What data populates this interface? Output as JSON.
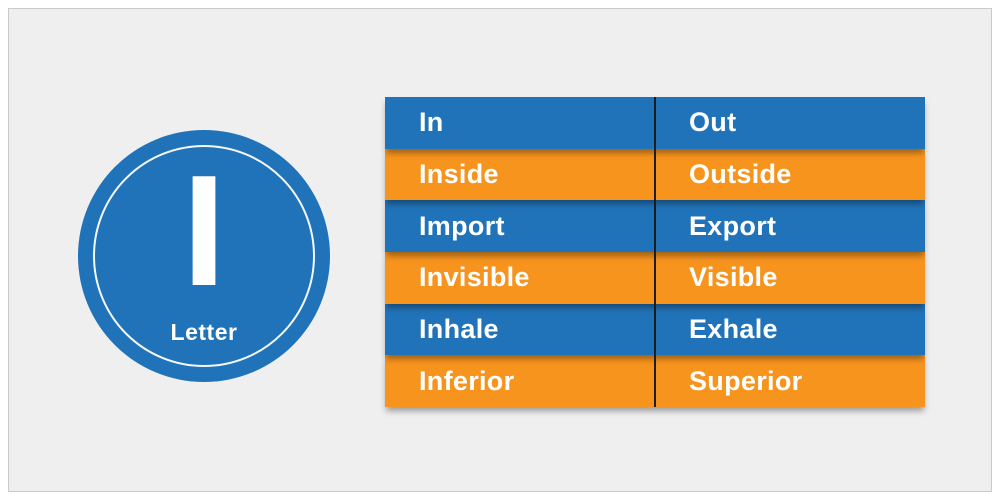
{
  "colors": {
    "blue": "#2173B9",
    "orange": "#F7941E",
    "frame_bg": "#efefef",
    "frame_border": "#c9c9c9",
    "divider": "#1d1d1d",
    "text": "#ffffff"
  },
  "badge": {
    "letter": "I",
    "label": "Letter"
  },
  "table": {
    "rows": [
      {
        "left": "In",
        "right": "Out"
      },
      {
        "left": "Inside",
        "right": "Outside"
      },
      {
        "left": "Import",
        "right": "Export"
      },
      {
        "left": "Invisible",
        "right": "Visible"
      },
      {
        "left": "Inhale",
        "right": "Exhale"
      },
      {
        "left": "Inferior",
        "right": "Superior"
      }
    ]
  }
}
